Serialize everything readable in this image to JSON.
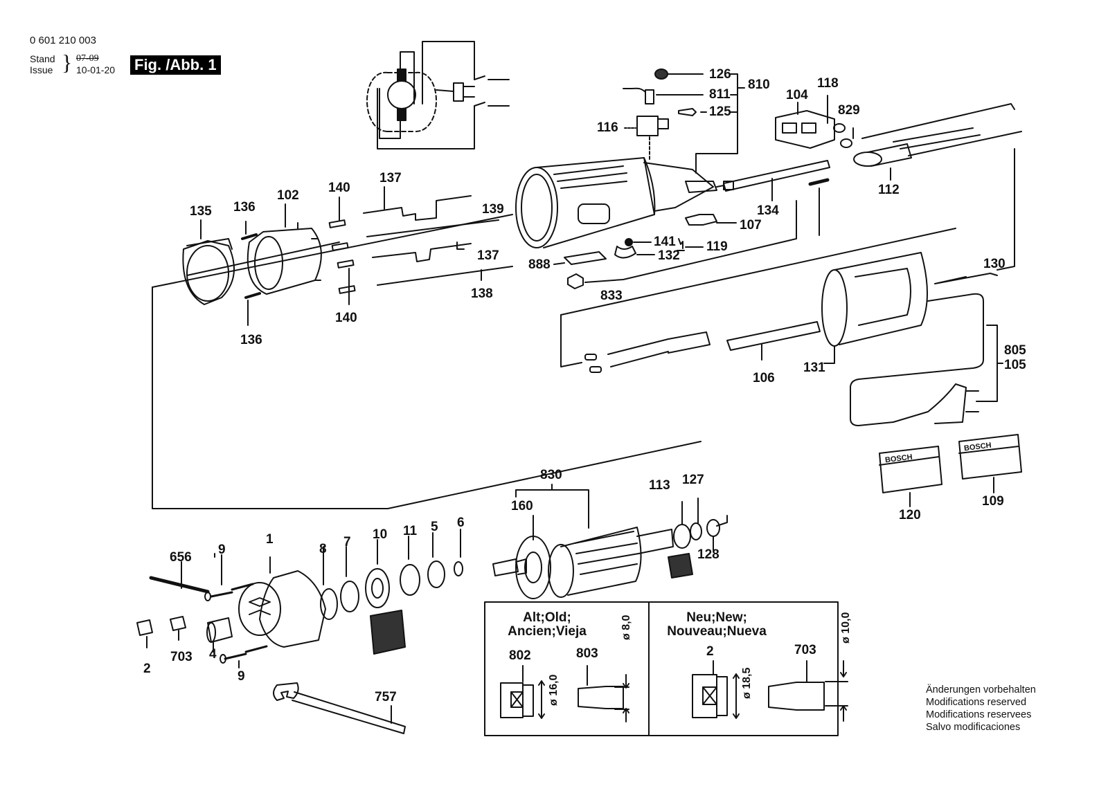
{
  "header": {
    "part_number": "0 601 210 003",
    "stand_label": "Stand",
    "issue_label": "Issue",
    "stand_date_struck": "07-09",
    "issue_date": "10-01-20",
    "figure_label": "Fig. /Abb. 1"
  },
  "parts": {
    "p126": "126",
    "p811": "811",
    "p125": "125",
    "p810": "810",
    "p116": "116",
    "p104": "104",
    "p118": "118",
    "p829": "829",
    "p112": "112",
    "p134": "134",
    "p107": "107",
    "p141": "141",
    "p119": "119",
    "p132": "132",
    "p888": "888",
    "p833": "833",
    "p135": "135",
    "p136a": "136",
    "p136b": "136",
    "p102": "102",
    "p140a": "140",
    "p140b": "140",
    "p137a": "137",
    "p137b": "137",
    "p139": "139",
    "p138": "138",
    "p130": "130",
    "p131": "131",
    "p106": "106",
    "p805": "805",
    "p105": "105",
    "p120": "120",
    "p109": "109",
    "p830": "830",
    "p160": "160",
    "p113": "113",
    "p127": "127",
    "p128": "128",
    "p656": "656",
    "p9a": "9",
    "p9b": "9",
    "p1": "1",
    "p8": "8",
    "p7": "7",
    "p10": "10",
    "p11": "11",
    "p5": "5",
    "p6": "6",
    "p2": "2",
    "p703": "703",
    "p4": "4",
    "p757": "757"
  },
  "nameplate_brand": "BOSCH",
  "comparison_box": {
    "old": {
      "title_line1": "Alt;Old;",
      "title_line2": "Ancien;Vieja",
      "part_a": "802",
      "part_b": "803",
      "dim_outer": "ø 16,0",
      "dim_inner": "ø 8,0"
    },
    "new": {
      "title_line1": "Neu;New;",
      "title_line2": "Nouveau;Nueva",
      "part_a": "2",
      "part_b": "703",
      "dim_outer": "ø 18,5",
      "dim_inner": "ø 10,0"
    }
  },
  "notice": {
    "de": "Änderungen vorbehalten",
    "en": "Modifications reserved",
    "fr": "Modifications reservees",
    "es": "Salvo modificaciones"
  }
}
